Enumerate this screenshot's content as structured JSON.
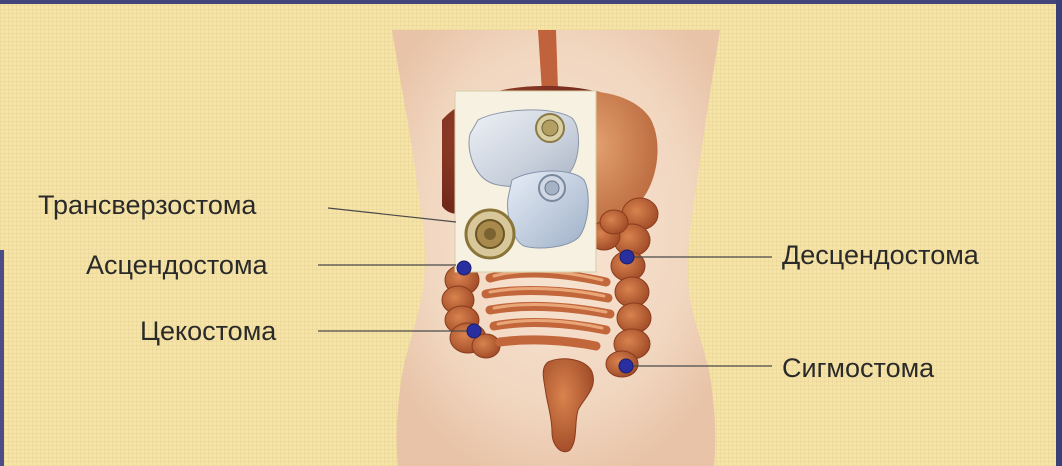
{
  "labels": {
    "transverse": "Трансверзостома",
    "ascending": "Асцендостома",
    "cecum": "Цекостома",
    "descending": "Десцендостома",
    "sigmoid": "Сигмостома"
  },
  "colors": {
    "background": "#f5e4a8",
    "body_skin": "#f3d9c4",
    "intestine": "#c96a3a",
    "stoma_marker": "#2a2fa0",
    "frame_edge": "#43457a",
    "label_text": "#2a2a2a"
  },
  "icons": {
    "stoma_pouch_large": "ostomy-pouch",
    "stoma_pouch_small": "ostomy-pouch",
    "stoma_flange": "ostomy-flange"
  }
}
